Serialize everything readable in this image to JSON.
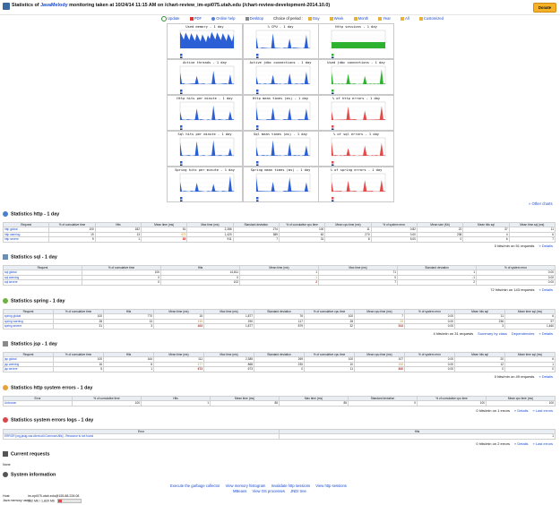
{
  "header": {
    "title_prefix": "Statistics of ",
    "app": "JavaMelody",
    "title_mid": " monitoring taken at 10/24/14 11:15 AM on ",
    "server": "/chart-review_im-epi075.utah.edu (/chart-review-development-2014.10.0)",
    "donate": "Donate"
  },
  "toolbar": {
    "update": "Update",
    "pdf": "PDF",
    "online_help": "Online help",
    "desktop": "Desktop",
    "period_label": "Choice of period :",
    "day": "Day",
    "week": "Week",
    "month": "Month",
    "year": "Year",
    "all": "All",
    "customized": "Customized"
  },
  "charts": [
    {
      "title": "Used memory - 1 day"
    },
    {
      "title": "% CPU - 1 day"
    },
    {
      "title": "Http sessions - 1 day"
    },
    {
      "title": "Active threads - 1 day"
    },
    {
      "title": "Active jdbc connections - 1 day"
    },
    {
      "title": "Used jdbc connections - 1 day"
    },
    {
      "title": "Http hits per minute - 1 day"
    },
    {
      "title": "Http mean times (ms) - 1 day"
    },
    {
      "title": "% of http errors - 1 day"
    },
    {
      "title": "Sql hits per minute - 1 day"
    },
    {
      "title": "Sql mean times (ms) - 1 day"
    },
    {
      "title": "% of sql errors - 1 day"
    },
    {
      "title": "Spring hits per minute - 1 day"
    },
    {
      "title": "Spring mean times (ms) - 1 day"
    },
    {
      "title": "% of spring errors - 1 day"
    }
  ],
  "other_charts": "» Other charts",
  "sections": {
    "http": {
      "title": "Statistics http - 1 day",
      "headers": [
        "Request",
        "% of cumulative time",
        "Hits",
        "Mean time (ms)",
        "Max time (ms)",
        "Standard deviation",
        "% of cumulative cpu time",
        "Mean cpu time (ms)",
        "% of system error",
        "Mean size (Kb)",
        "Mean hits sql",
        "Mean time sql (ms)"
      ],
      "rows": [
        [
          "http global",
          "100",
          "182",
          "51",
          "2,286",
          "274",
          "100",
          "11",
          "0.82",
          "22",
          "37",
          "11"
        ],
        [
          "http warning",
          "19",
          "13",
          "473",
          "1,420",
          "389",
          "62",
          "270",
          "0.00",
          "238",
          "4",
          "6"
        ],
        [
          "http severe",
          "9",
          "1",
          "85",
          "911",
          "7",
          "31",
          "8",
          "5.00",
          "0",
          "6",
          "7"
        ]
      ],
      "footer": "0 hits/min on 51 requests",
      "details": "» Details"
    },
    "sql": {
      "title": "Statistics sql - 1 day",
      "headers": [
        "Request",
        "% of cumulative time",
        "Hits",
        "Mean time (ms)",
        "Max time (ms)",
        "Standard deviation",
        "% of system error"
      ],
      "rows": [
        [
          "sql global",
          "100",
          "14,811",
          "1",
          "71",
          "1",
          "0.00"
        ],
        [
          "sql warning",
          "0",
          "0",
          "-1",
          "0",
          "-1",
          "0.00"
        ],
        [
          "sql severe",
          "0",
          "102",
          "2",
          "7",
          "2",
          "0.00"
        ]
      ],
      "footer": "72 hits/min on 143 requests",
      "details": "» Details"
    },
    "spring": {
      "title": "Statistics spring - 1 day",
      "headers": [
        "Request",
        "% of cumulative time",
        "Hits",
        "Mean time (ms)",
        "Max time (ms)",
        "Standard deviation",
        "% of cumulative cpu time",
        "Mean cpu time (ms)",
        "% of system error",
        "Mean hits sql",
        "Mean time sql (ms)"
      ],
      "rows": [
        [
          "spring global",
          "100",
          "770",
          "15",
          "1,877",
          "76",
          "100",
          "7",
          "0.00",
          "11",
          "6"
        ],
        [
          "spring warning",
          "28",
          "13",
          "159",
          "290",
          "117",
          "28",
          "25",
          "0.00",
          "236",
          "97"
        ],
        [
          "spring severe",
          "31",
          "3",
          "403",
          "1,877",
          "879",
          "32",
          "513",
          "0.00",
          "3",
          "1,460"
        ]
      ],
      "footer": "4 hits/min on 31 requests",
      "summary": "Summary by class",
      "dependencies": "Dependencies",
      "details": "» Details"
    },
    "jsp": {
      "title": "Statistics jsp - 1 day",
      "headers": [
        "Request",
        "% of cumulative time",
        "Hits",
        "Mean time (ms)",
        "Max time (ms)",
        "Standard deviation",
        "% of cumulative cpu time",
        "Mean cpu time (ms)",
        "% of system error",
        "Mean hits sql",
        "Mean time sql (ms)"
      ],
      "rows": [
        [
          "jsp global",
          "100",
          "164",
          "111",
          "2,385",
          "269",
          "100",
          "107",
          "0.00",
          "20",
          "6"
        ],
        [
          "jsp warning",
          "16",
          "8",
          "477",
          "868",
          "230",
          "10",
          "150",
          "0.00",
          "12",
          "1"
        ],
        [
          "jsp severe",
          "5",
          "1",
          "673",
          "673",
          "0",
          "11",
          "820",
          "0.00",
          "0",
          "0"
        ]
      ],
      "footer": "0 hits/min on 49 requests",
      "details": "» Details"
    },
    "http_errors": {
      "title": "Statistics http system errors - 1 day",
      "headers": [
        "Error",
        "% of cumulative time",
        "Hits",
        "Mean time (ms)",
        "Max time (ms)",
        "Standard deviation",
        "% of cumulative cpu time",
        "Mean cpu time (ms)"
      ],
      "rows": [
        [
          "Unknown",
          "100",
          "1",
          "85",
          "85",
          "0",
          "100",
          "100"
        ]
      ],
      "footer": "0 hits/min on 1 errors",
      "details": "» Details",
      "last_errors": "» Last errors"
    },
    "errors_logs": {
      "title": "Statistics system errors logs - 1 day",
      "headers": [
        "Error",
        "Hits"
      ],
      "rows": [
        [
          "ERROR [org.jasig.cas.client.util.CommonUtils] - Resource is not found",
          "1"
        ]
      ],
      "footer": "0 hits/min on 2 errors",
      "details": "» Details",
      "last_errors": "» Last errors"
    },
    "current_requests": {
      "title": "Current requests",
      "value": "None"
    },
    "system": {
      "title": "System information",
      "actions": [
        "Execute the garbage collector",
        "View memory histogram",
        "Invalidate http sessions",
        "View http sessions"
      ],
      "actions2": [
        "MBeans",
        "View OS processes",
        "JNDI tree"
      ],
      "host_label": "Host:",
      "host_value": "im-epi075.utah.edu@155.88.228.08",
      "mem_label": "Java memory used:",
      "mem_value": "332 Mb / 1,820 Mb",
      "mem_fraction": 0.18
    }
  }
}
